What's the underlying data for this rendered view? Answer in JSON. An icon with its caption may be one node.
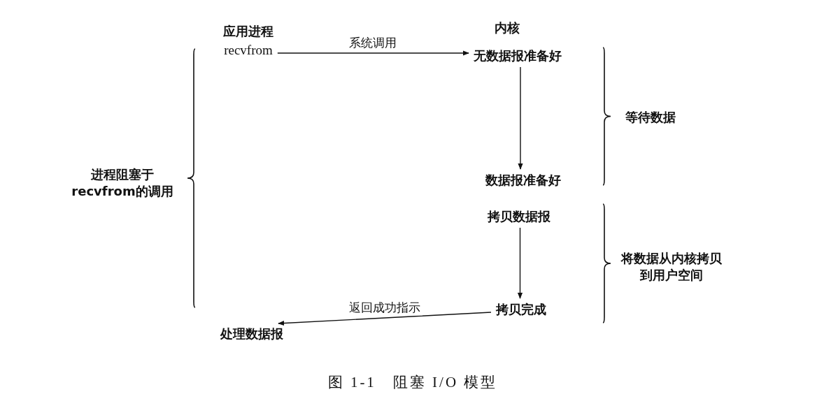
{
  "diagram": {
    "caption": "图 1-1　阻塞 I/O 模型",
    "nodes": [
      {
        "text": [
          "recvfrom"
        ]
      },
      {
        "text": [
          "无数据报准备好"
        ]
      },
      {
        "text": [
          "数据报准备好"
        ]
      },
      {
        "text": [
          "拷贝数据报"
        ]
      },
      {
        "text": [
          "拷贝完成"
        ]
      },
      {
        "text": [
          "处理数据报"
        ]
      }
    ],
    "edges": [
      {
        "from": 0,
        "to": 1,
        "arrow": "to",
        "label": "系统调用"
      },
      {
        "from": 1,
        "to": 2,
        "arrow": "to"
      },
      {
        "from": 3,
        "to": 4,
        "arrow": "to"
      },
      {
        "from": 4,
        "to": 5,
        "arrow": "to",
        "label": "返回成功指示"
      }
    ],
    "labels": [
      "应用进程",
      "内核",
      "等待数据",
      "将数据从内核拷贝到用户空间",
      "进程阻塞于recvfrom的调用"
    ]
  }
}
